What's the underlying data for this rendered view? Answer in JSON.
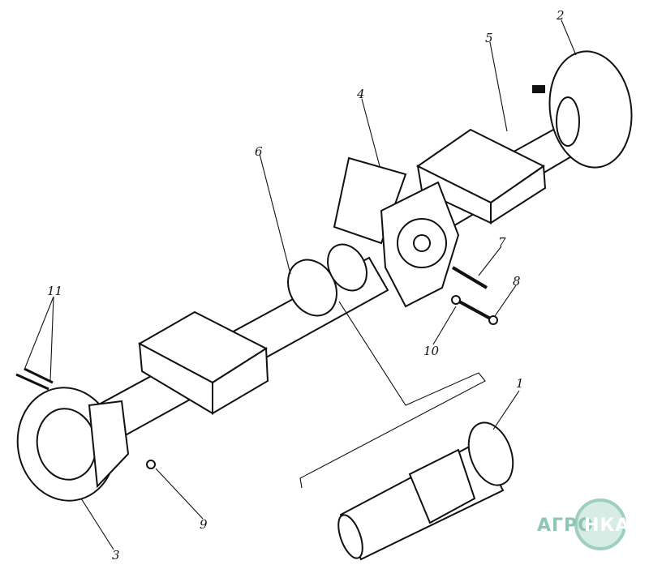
{
  "figure": {
    "callouts": [
      {
        "id": "1",
        "label": "1"
      },
      {
        "id": "2",
        "label": "2"
      },
      {
        "id": "3",
        "label": "3"
      },
      {
        "id": "4",
        "label": "4"
      },
      {
        "id": "5",
        "label": "5"
      },
      {
        "id": "6",
        "label": "6"
      },
      {
        "id": "7",
        "label": "7"
      },
      {
        "id": "8",
        "label": "8"
      },
      {
        "id": "9",
        "label": "9"
      },
      {
        "id": "10",
        "label": "10"
      },
      {
        "id": "11",
        "label": "11"
      }
    ]
  },
  "watermark": {
    "logo_left": "АГРО",
    "logo_right": "НКА",
    "colors": {
      "ring": "#9fcfbd",
      "text": "#8ec6b3",
      "circle": "#b7dccd"
    }
  }
}
